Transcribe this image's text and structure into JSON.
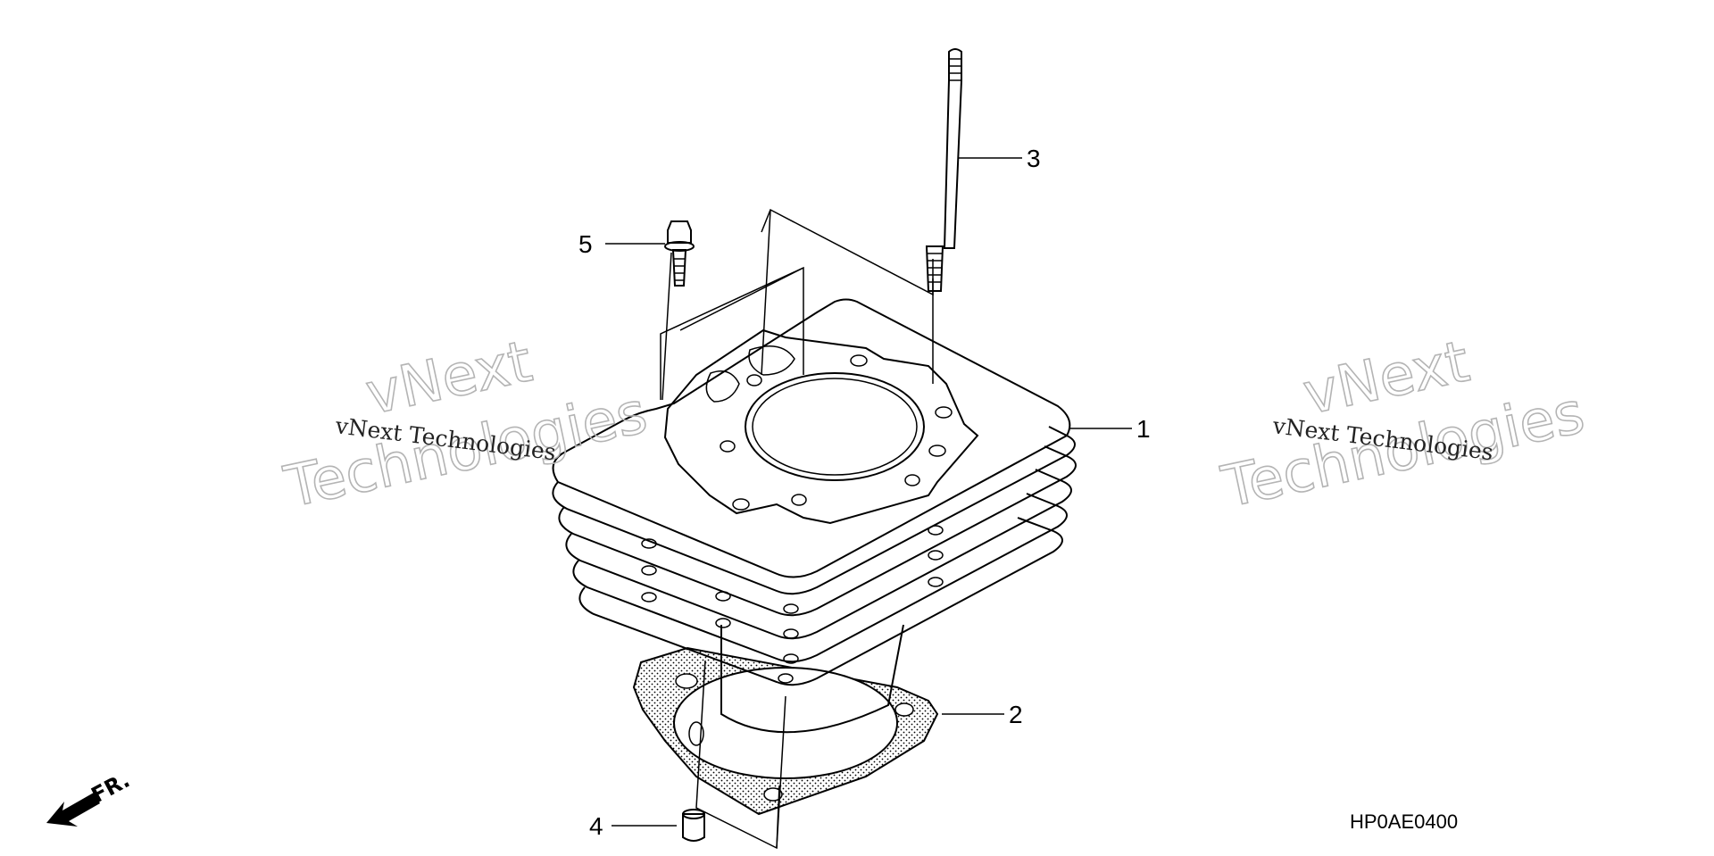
{
  "diagram": {
    "callouts": [
      {
        "id": "cylinder",
        "label": "1"
      },
      {
        "id": "gasket",
        "label": "2"
      },
      {
        "id": "stud",
        "label": "3"
      },
      {
        "id": "dowel",
        "label": "4"
      },
      {
        "id": "bolt",
        "label": "5"
      }
    ],
    "part_code": "HP0AE0400",
    "front_indicator": "FR.",
    "watermarks": {
      "big_line1": "vNext",
      "big_line2": "Technologies",
      "small": "vNext Technologies"
    }
  }
}
